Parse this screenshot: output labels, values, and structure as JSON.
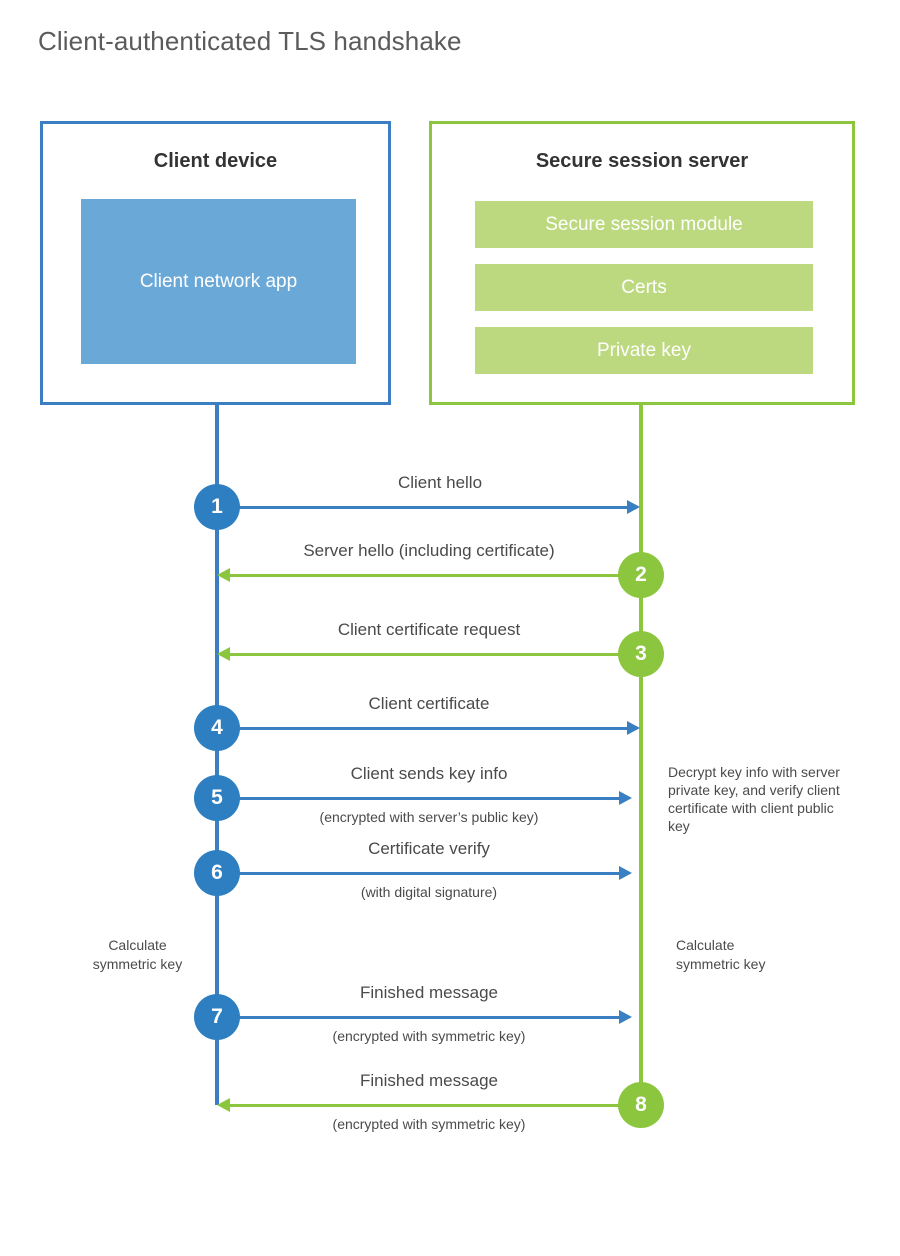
{
  "title": "Client-authenticated TLS handshake",
  "colors": {
    "blue_border": "#3a7fc1",
    "blue_fill": "#6aa8d8",
    "blue_badge": "#2e7fc1",
    "green_border": "#8cc63e",
    "green_fill": "#bcd97f",
    "text": "#4a4a4a",
    "title": "#5b5b5b"
  },
  "client": {
    "title": "Client device",
    "app_label": "Client network app",
    "calculate_note_line1": "Calculate",
    "calculate_note_line2": "symmetric key"
  },
  "server": {
    "title": "Secure session server",
    "bars": [
      "Secure session module",
      "Certs",
      "Private key"
    ],
    "decrypt_note": "Decrypt key info with server private key, and verify client certificate with client public key",
    "calculate_note_line1": "Calculate",
    "calculate_note_line2": "symmetric key"
  },
  "steps": [
    {
      "number": "1",
      "label": "Client hello",
      "sub": "",
      "direction": "client-to-server",
      "color": "blue"
    },
    {
      "number": "2",
      "label": "Server hello (including certificate)",
      "sub": "",
      "direction": "server-to-client",
      "color": "green"
    },
    {
      "number": "3",
      "label": "Client certificate request",
      "sub": "",
      "direction": "server-to-client",
      "color": "green"
    },
    {
      "number": "4",
      "label": "Client certificate",
      "sub": "",
      "direction": "client-to-server",
      "color": "blue"
    },
    {
      "number": "5",
      "label": "Client sends key info",
      "sub": "(encrypted with server’s public key)",
      "direction": "client-to-server",
      "color": "blue"
    },
    {
      "number": "6",
      "label": "Certificate verify",
      "sub": "(with digital signature)",
      "direction": "client-to-server",
      "color": "blue"
    },
    {
      "number": "7",
      "label": "Finished message",
      "sub": "(encrypted with symmetric key)",
      "direction": "client-to-server",
      "color": "blue"
    },
    {
      "number": "8",
      "label": "Finished message",
      "sub": "(encrypted with symmetric key)",
      "direction": "server-to-client",
      "color": "green"
    }
  ]
}
